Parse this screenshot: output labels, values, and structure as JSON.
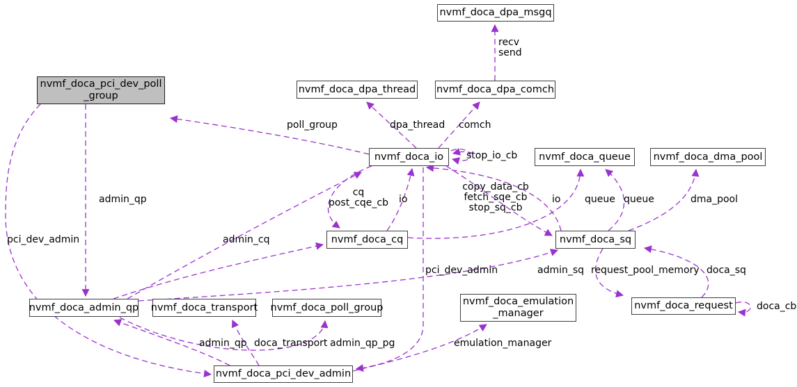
{
  "diagram": {
    "type": "collaboration-graph",
    "colors": {
      "edge": "#9a32cd",
      "node_bg": "#ffffff",
      "node_border": "#3d3d3d",
      "highlight_node_bg": "#bfbfbf",
      "text": "#000000"
    },
    "nodes": {
      "dpa_msgq": {
        "label": "nvmf_doca_dpa_msgq"
      },
      "dpa_thread": {
        "label": "nvmf_doca_dpa_thread"
      },
      "dpa_comch": {
        "label": "nvmf_doca_dpa_comch"
      },
      "pci_dev_poll_group": {
        "label": "nvmf_doca_pci_dev_poll\n_group"
      },
      "io": {
        "label": "nvmf_doca_io"
      },
      "queue": {
        "label": "nvmf_doca_queue"
      },
      "dma_pool": {
        "label": "nvmf_doca_dma_pool"
      },
      "cq": {
        "label": "nvmf_doca_cq"
      },
      "sq": {
        "label": "nvmf_doca_sq"
      },
      "admin_qp": {
        "label": "nvmf_doca_admin_qp"
      },
      "transport": {
        "label": "nvmf_doca_transport"
      },
      "poll_group": {
        "label": "nvmf_doca_poll_group"
      },
      "emulation_manager": {
        "label": "nvmf_doca_emulation\n_manager"
      },
      "request": {
        "label": "nvmf_doca_request"
      },
      "pci_dev_admin": {
        "label": "nvmf_doca_pci_dev_admin"
      }
    },
    "edge_labels": {
      "recv_send": "recv\nsend",
      "poll_group": "poll_group",
      "dpa_thread": "dpa_thread",
      "comch": "comch",
      "stop_io_cb": "stop_io_cb",
      "cq_post_cqe_cb": "cq\npost_cqe_cb",
      "io_left": "io",
      "sq_callbacks": "copy_data_cb\nfetch_sqe_cb\nstop_sq_cb",
      "io_right": "io",
      "queue_left": "queue",
      "queue_right": "queue",
      "dma_pool": "dma_pool",
      "admin_qp_upper": "admin_qp",
      "pci_dev_admin_left": "pci_dev_admin",
      "admin_cq": "admin_cq",
      "pci_dev_admin_mid": "pci_dev_admin",
      "admin_sq": "admin_sq",
      "request_pool_memory": "request_pool_memory",
      "doca_sq": "doca_sq",
      "doca_cb": "doca_cb",
      "admin_qp_bottom": "admin_qp",
      "doca_transport": "doca_transport",
      "admin_qp_pg": "admin_qp_pg",
      "emulation_manager": "emulation_manager"
    }
  }
}
